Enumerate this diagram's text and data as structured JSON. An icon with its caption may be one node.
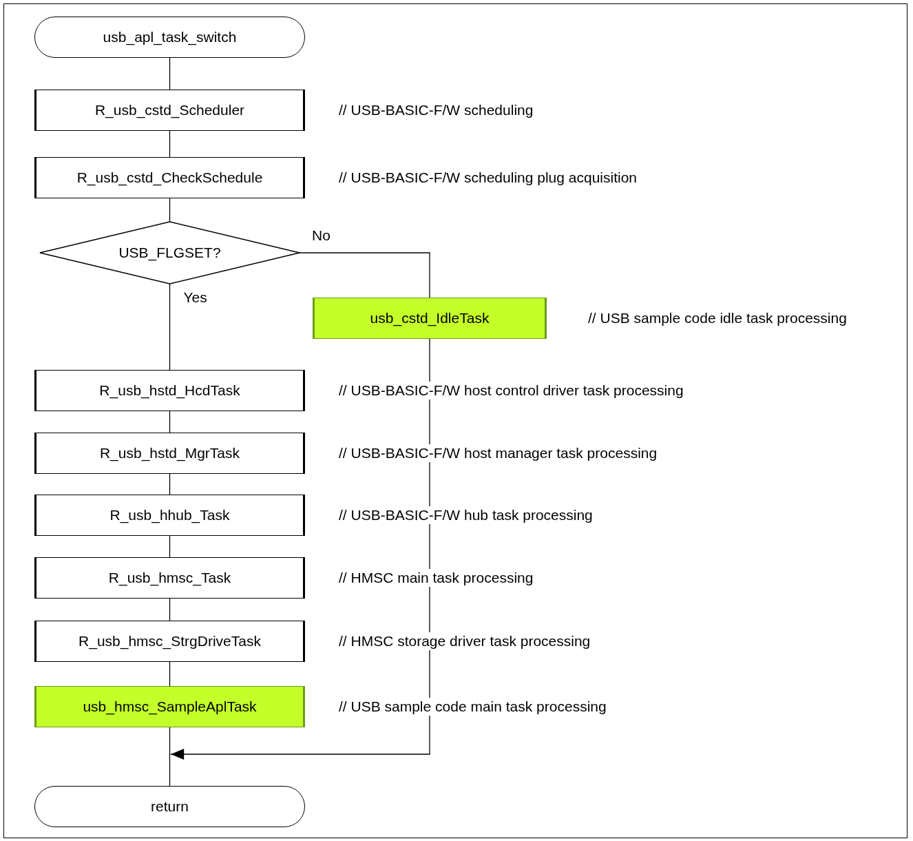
{
  "diagram": {
    "nodes": [
      {
        "text": [
          "usb_apl_task_switch"
        ]
      },
      {
        "text": [
          "R_usb_cstd_Scheduler"
        ],
        "beside": [
          "// USB-BASIC-F/W scheduling"
        ]
      },
      {
        "text": [
          "R_usb_cstd_CheckSchedule"
        ],
        "beside": [
          "// USB-BASIC-F/W scheduling plug acquisition"
        ]
      },
      {
        "text": [
          "USB_FLGSET?"
        ]
      },
      {
        "text": [
          "usb_cstd_IdleTask"
        ],
        "beside": [
          "// USB sample code idle task processing"
        ]
      },
      {
        "text": [
          "R_usb_hstd_HcdTask"
        ],
        "beside": [
          "// USB-BASIC-F/W host control driver task processing"
        ]
      },
      {
        "text": [
          "R_usb_hstd_MgrTask"
        ],
        "beside": [
          "// USB-BASIC-F/W host manager task processing"
        ]
      },
      {
        "text": [
          "R_usb_hhub_Task"
        ],
        "beside": [
          "// USB-BASIC-F/W hub task processing"
        ]
      },
      {
        "text": [
          "R_usb_hmsc_Task"
        ],
        "beside": [
          "// HMSC main task processing"
        ]
      },
      {
        "text": [
          "R_usb_hmsc_StrgDriveTask"
        ],
        "beside": [
          "// HMSC storage driver task processing"
        ]
      },
      {
        "text": [
          "usb_hmsc_SampleAplTask"
        ],
        "beside": [
          "// USB sample code main task processing"
        ]
      },
      {
        "text": [
          "return"
        ]
      }
    ],
    "edges": [
      {
        "from": 0,
        "to": 1,
        "arrow": "none"
      },
      {
        "from": 1,
        "to": 2,
        "arrow": "none"
      },
      {
        "from": 2,
        "to": 3,
        "arrow": "none"
      },
      {
        "from": 3,
        "to": 5,
        "arrow": "none",
        "label": "Yes"
      },
      {
        "from": 3,
        "to": 4,
        "arrow": "none",
        "label": "No"
      },
      {
        "from": 5,
        "to": 6,
        "arrow": "none"
      },
      {
        "from": 6,
        "to": 7,
        "arrow": "none"
      },
      {
        "from": 7,
        "to": 8,
        "arrow": "none"
      },
      {
        "from": 8,
        "to": 9,
        "arrow": "none"
      },
      {
        "from": 9,
        "to": 10,
        "arrow": "none"
      },
      {
        "from": 10,
        "to": 11,
        "arrow": "none"
      },
      {
        "from": 4,
        "to": null,
        "arrow": "to"
      }
    ]
  }
}
